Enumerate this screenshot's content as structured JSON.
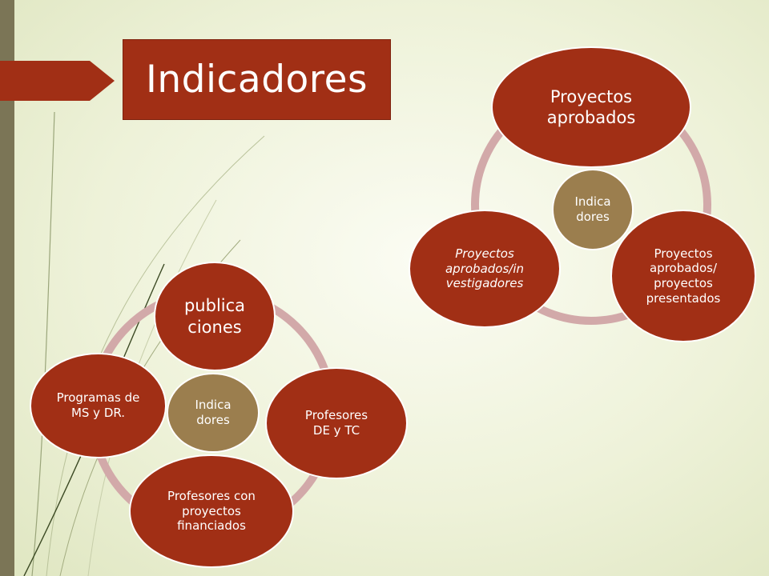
{
  "colors": {
    "accent_red": "#a12f15",
    "center_tan": "#9b7e4e",
    "ring_pink": "#d2a9a9",
    "side_bar": "#7b7556",
    "background": "#eef2d9"
  },
  "title": {
    "text": "Indicadores",
    "arrow_icon": "chevron-arrow-icon"
  },
  "diagrams": [
    {
      "name": "research-projects-cycle",
      "center": "Indica dores",
      "nodes": [
        {
          "label": "Proyectos aprobados"
        },
        {
          "label": "Proyectos aprobados/ proyectos presentados"
        },
        {
          "label": "Proyectos aprobados/in vestigadores"
        }
      ]
    },
    {
      "name": "publications-cycle",
      "center": "Indica dores",
      "nodes": [
        {
          "label": "publica ciones"
        },
        {
          "label": "Profesores DE y TC"
        },
        {
          "label": "Profesores con proyectos financiados"
        },
        {
          "label": "Programas de MS y DR."
        }
      ]
    }
  ]
}
